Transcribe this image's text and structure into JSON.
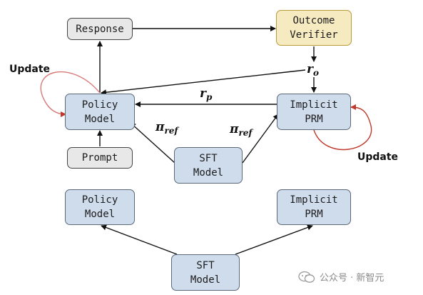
{
  "top": {
    "response": "Response",
    "outcome_verifier": "Outcome\nVerifier",
    "policy_model": "Policy\nModel",
    "implicit_prm": "Implicit\nPRM",
    "prompt": "Prompt",
    "sft_model": "SFT\nModel",
    "update_left": "Update",
    "update_right": "Update",
    "r_o": {
      "base": "r",
      "sub": "o"
    },
    "r_p": {
      "base": "r",
      "sub": "p"
    },
    "pi_ref_left": {
      "base": "π",
      "sub": "ref"
    },
    "pi_ref_right": {
      "base": "π",
      "sub": "ref"
    }
  },
  "bottom": {
    "policy_model": "Policy\nModel",
    "implicit_prm": "Implicit\nPRM",
    "sft_model": "SFT\nModel"
  },
  "watermark": {
    "text": "公众号 · 新智元"
  },
  "colors": {
    "node_blue": "#cfdcec",
    "node_gray": "#e8e8e8",
    "node_gold": "#f6eac0",
    "update_arrow": "#c0392b"
  }
}
